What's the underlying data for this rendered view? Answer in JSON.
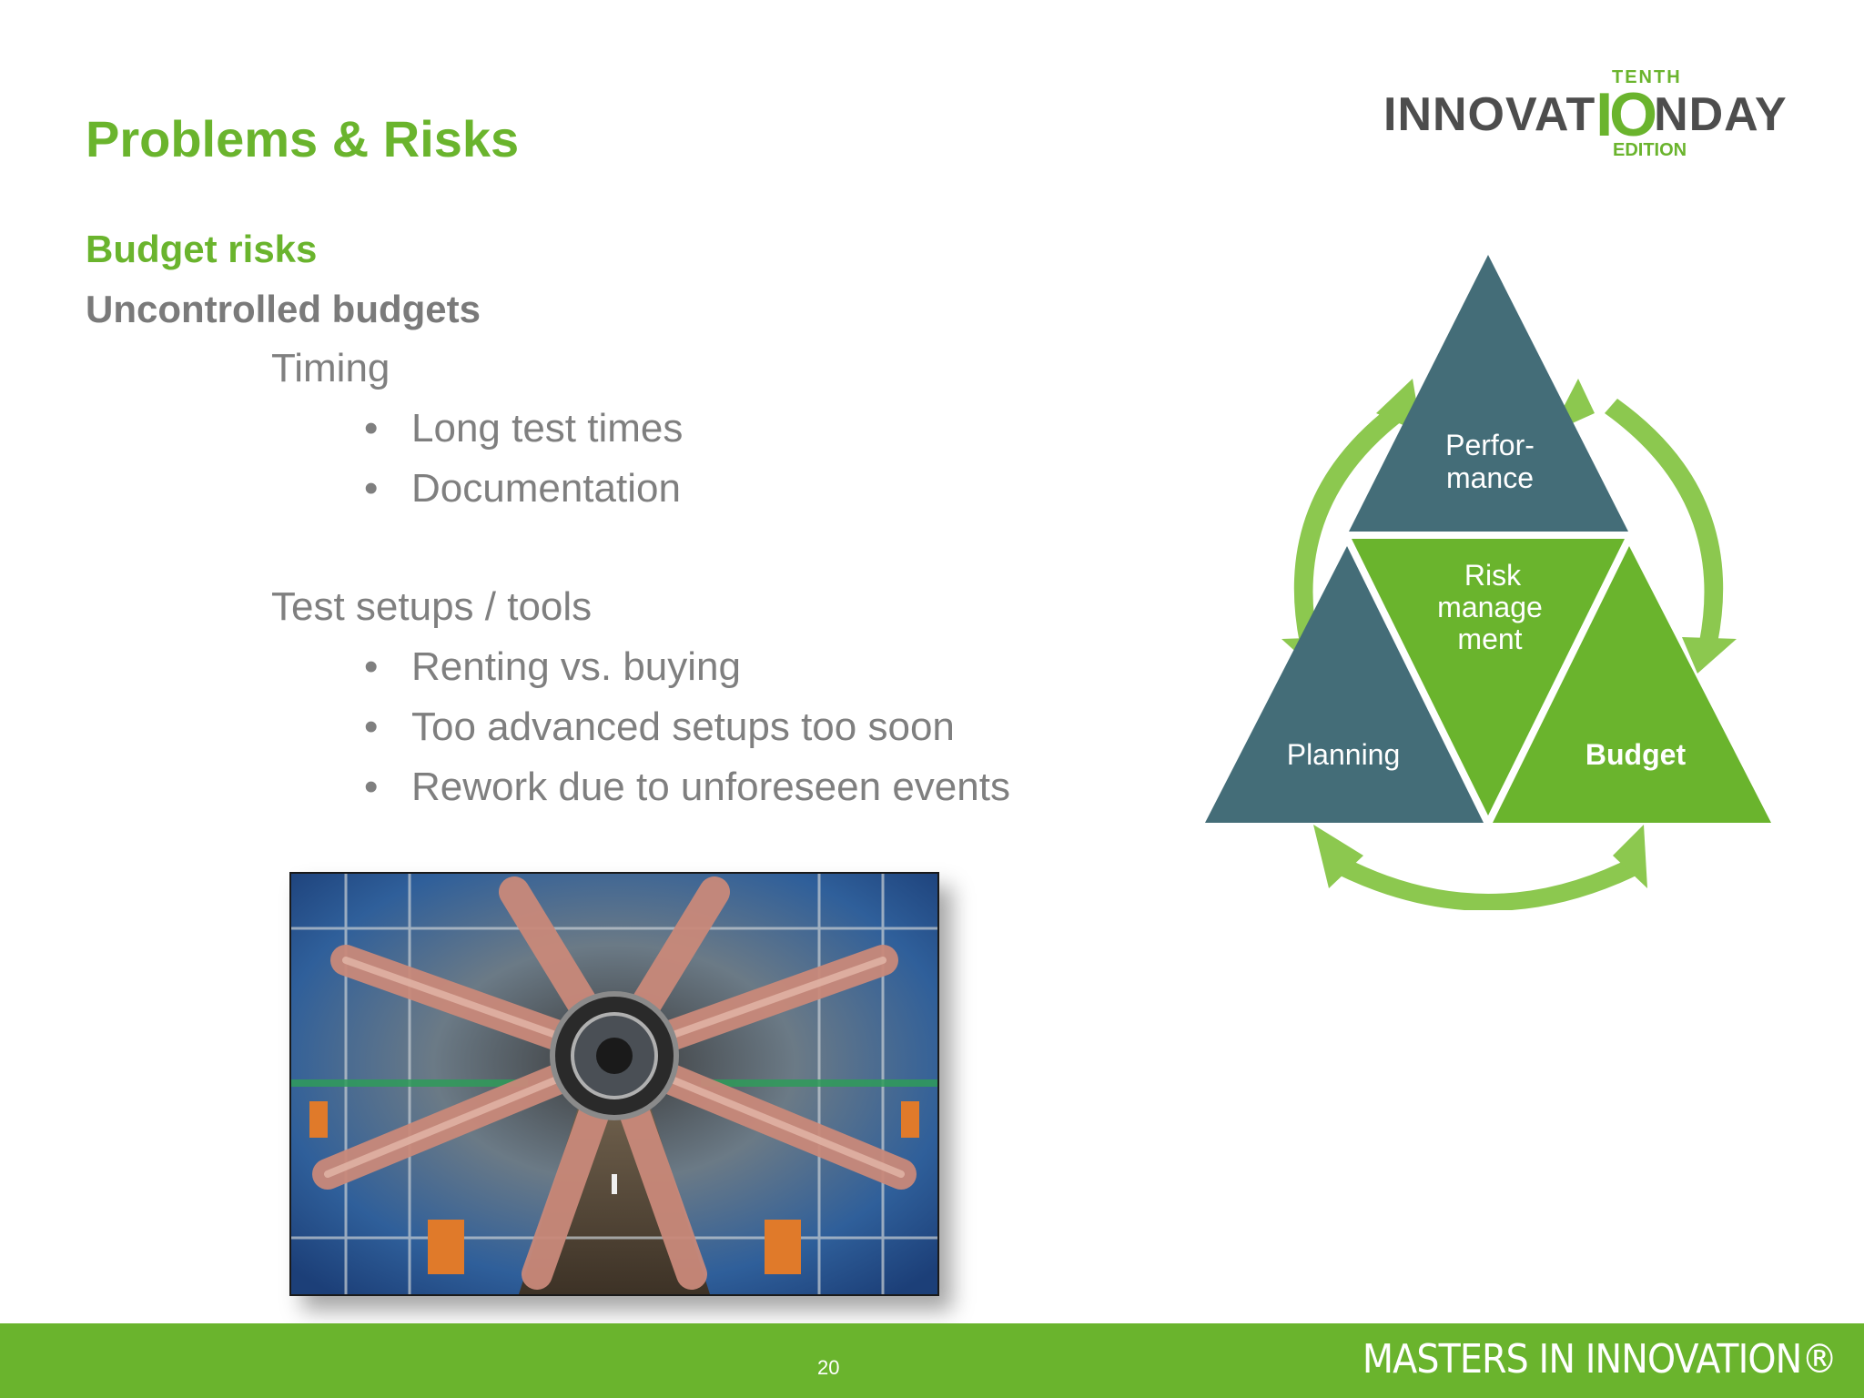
{
  "slide": {
    "title": "Problems & Risks",
    "page_number": "20"
  },
  "logo": {
    "main_left": "INNOVAT",
    "main_io": "IO",
    "main_right": "NDAY",
    "tenth": "TENTH",
    "edition": "EDITION"
  },
  "content": {
    "heading": "Budget risks",
    "subheading": "Uncontrolled budgets",
    "groups": [
      {
        "label": "Timing",
        "bullets": [
          "Long test times",
          "Documentation"
        ]
      },
      {
        "label": "Test setups / tools",
        "bullets": [
          "Renting vs. buying",
          "Too advanced setups too soon",
          "Rework due to unforeseen events"
        ]
      }
    ],
    "bullet_char": "•"
  },
  "diagram": {
    "performance": [
      "Perfor-",
      "mance"
    ],
    "risk": [
      "Risk",
      "manage",
      "ment"
    ],
    "planning": "Planning",
    "budget": "Budget",
    "colors": {
      "slate": "#446d78",
      "green": "#6ab42d",
      "arrow": "#8cc84f"
    }
  },
  "footer": {
    "brand": "MASTERS IN INNOVATION®"
  },
  "colors": {
    "accent_green": "#6ab42d",
    "text_gray": "#7f7f7f"
  },
  "image": {
    "icon": "particle-detector-photo"
  }
}
